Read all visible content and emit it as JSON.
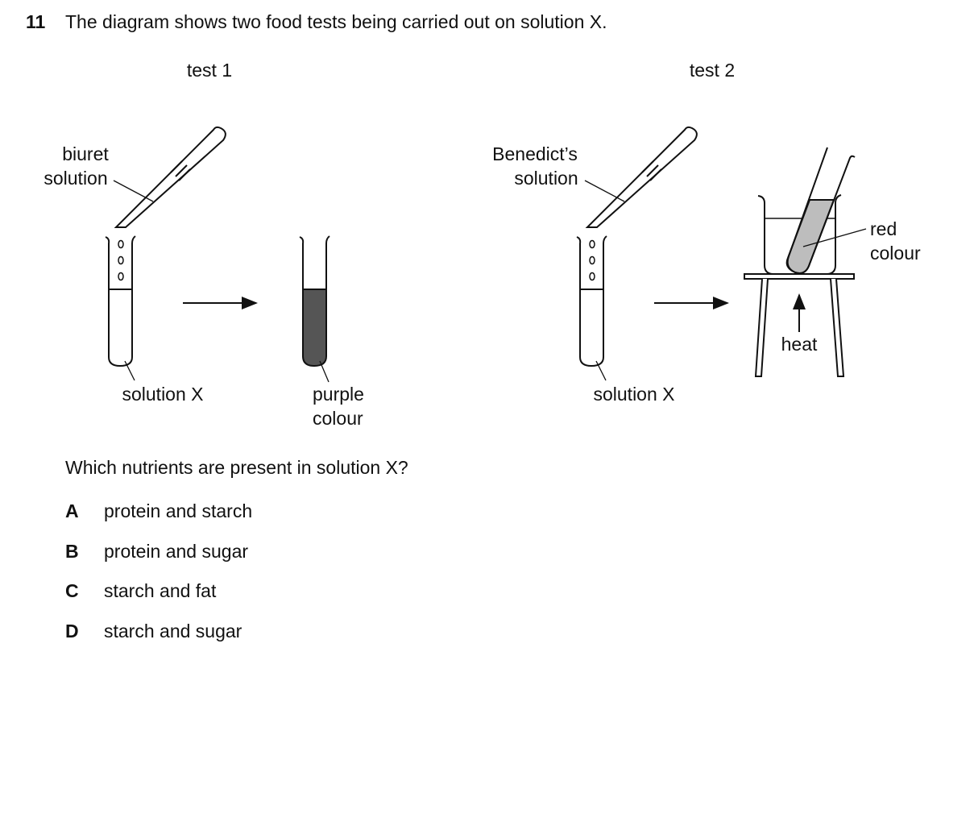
{
  "question": {
    "number": "11",
    "text": "The diagram shows two food tests being carried out on solution X."
  },
  "diagram": {
    "test1": {
      "title": "test 1",
      "reagent_label": [
        "biuret",
        "solution"
      ],
      "tube_label": "solution X",
      "result_label": [
        "purple",
        "colour"
      ]
    },
    "test2": {
      "title": "test 2",
      "reagent_label": [
        "Benedict’s",
        "solution"
      ],
      "tube_label": "solution X",
      "result_label": [
        "red",
        "colour"
      ],
      "heat_label": "heat"
    },
    "colors": {
      "purple_result": "#555555",
      "red_result": "#bdbdbd",
      "line": "#111111"
    }
  },
  "stem": "Which nutrients are present in solution X?",
  "options": [
    {
      "letter": "A",
      "text": "protein and starch"
    },
    {
      "letter": "B",
      "text": "protein and sugar"
    },
    {
      "letter": "C",
      "text": "starch and fat"
    },
    {
      "letter": "D",
      "text": "starch and sugar"
    }
  ]
}
